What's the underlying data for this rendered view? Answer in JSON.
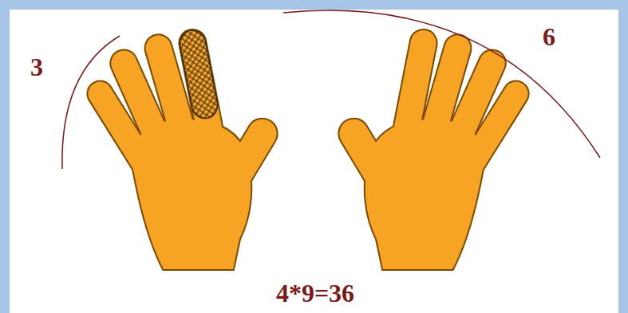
{
  "diagram": {
    "labels": [
      "3",
      "6",
      "4*9=36"
    ]
  }
}
